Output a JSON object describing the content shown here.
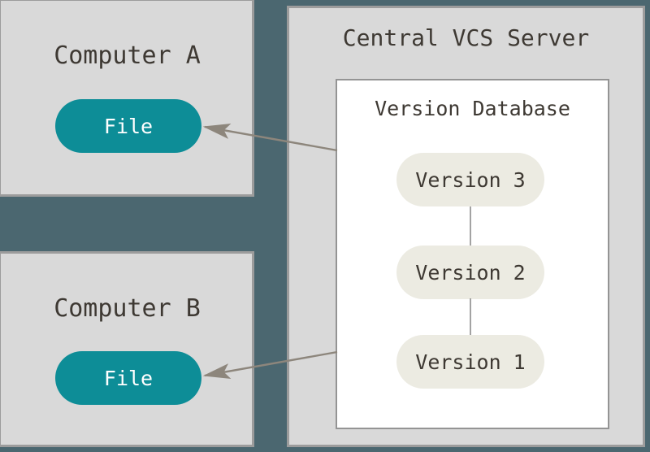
{
  "diagram": {
    "type": "centralized-version-control",
    "computer_a": {
      "title": "Computer A",
      "file_label": "File"
    },
    "computer_b": {
      "title": "Computer B",
      "file_label": "File"
    },
    "server": {
      "title": "Central VCS Server",
      "database": {
        "title": "Version Database",
        "versions": [
          "Version 3",
          "Version 2",
          "Version 1"
        ]
      }
    },
    "connections": [
      "version-database to computer-a file (arrow)",
      "version-database to computer-b file (arrow)",
      "version-3 to version-2 (line)",
      "version-2 to version-1 (line)"
    ]
  },
  "palette": {
    "background": "#4B6770",
    "box_fill": "#D9D9D9",
    "box_border": "#9C9C9C",
    "database_fill": "#FFFFFF",
    "database_border": "#949494",
    "file_pill_fill": "#0D8D97",
    "file_pill_text": "#FFFFFF",
    "version_pill_fill": "#ECEBE2",
    "text": "#3E3933",
    "arrow": "#8D867C",
    "connector": "#8C8C8C"
  }
}
